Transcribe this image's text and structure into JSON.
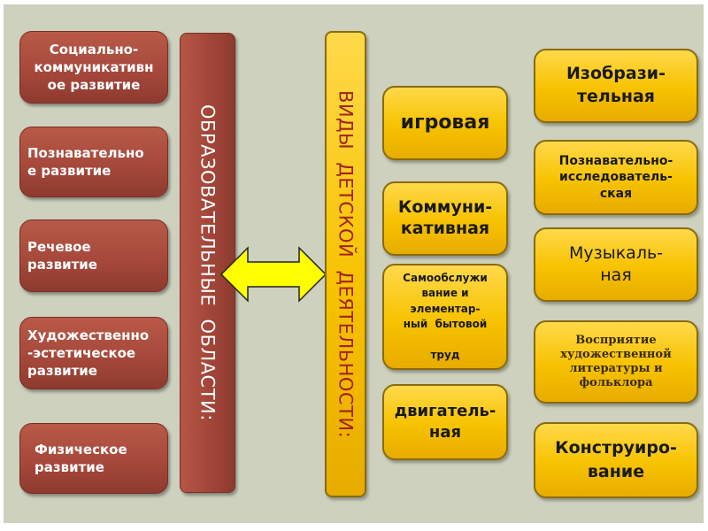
{
  "areas_title": "ОБРАЗОВАТЕЛЬНЫЕ  ОБЛАСТИ:",
  "activities_title": "ВИДЫ  ДЕТСКОЙ  ДЕЯТЕЛЬНОСТИ:",
  "areas": [
    "Социально-\nкоммуникативн\nое развитие",
    "Познавательно\nе развитие",
    "Речевое\nразвитие",
    "Художественно\n-эстетическое\nразвитие",
    "Физическое\nразвитие"
  ],
  "activities_middle": [
    "игровая",
    "Коммуни-\nкативная",
    "Самообслужи\nвание и\nэлементар-\nный  бытовой\n\nтруд",
    "двигатель-\nная"
  ],
  "activities_right": [
    "Изобрази-\nтельная",
    "Познавательно-\nисследователь-\nская",
    "Музыкаль-\nная",
    "Восприятие\nхудожественной\nлитературы и\nфольклора",
    "Конструиро-\nвание"
  ],
  "colors": {
    "brown": "#a4473a",
    "yellow": "#f7c200",
    "arrow": "#ffff00",
    "background": "#cdd1be",
    "title_red": "#a0241a"
  },
  "icons": {
    "connector": "double-arrow-icon"
  }
}
